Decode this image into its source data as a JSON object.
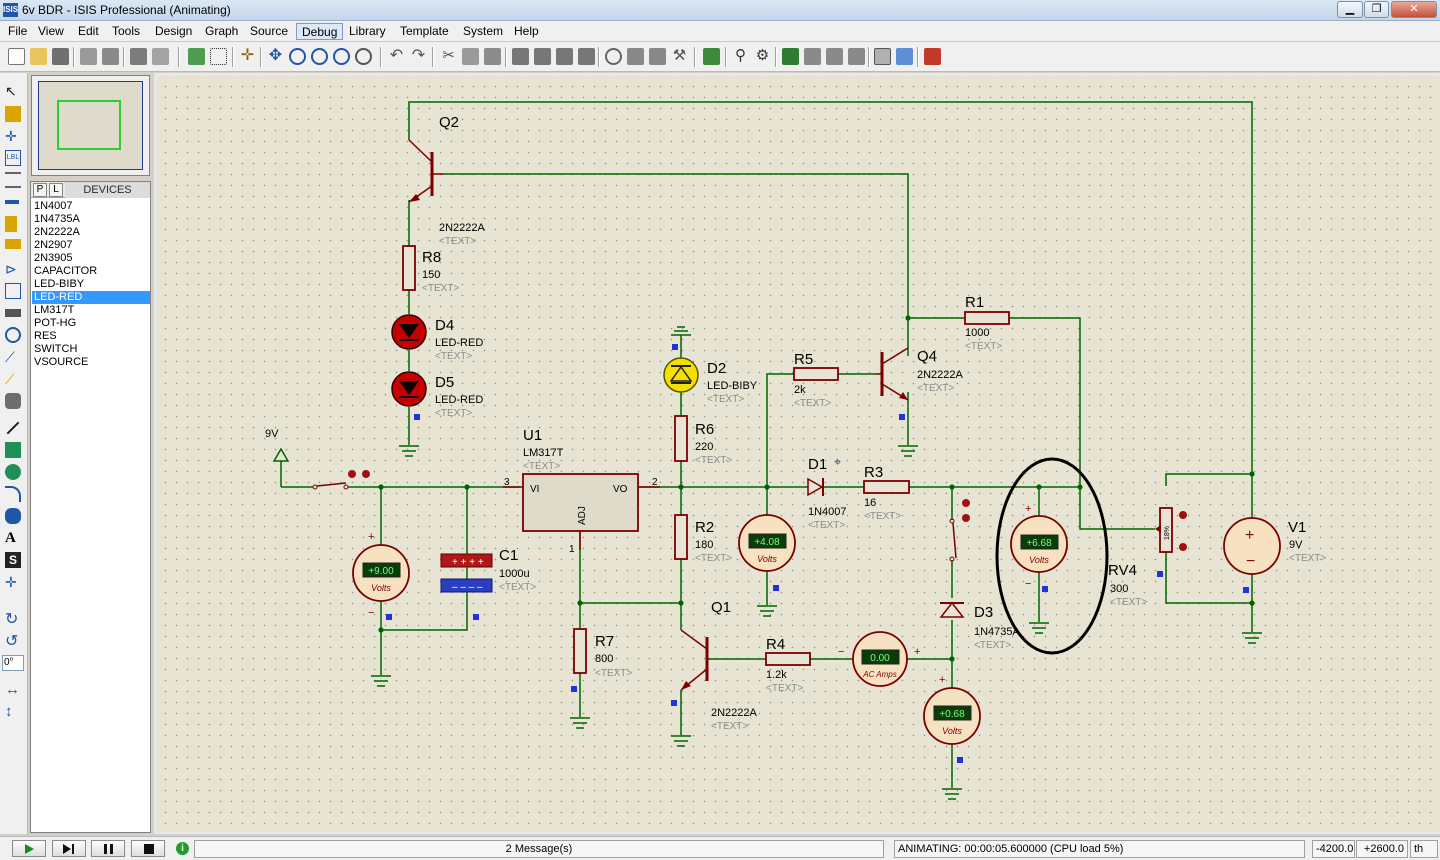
{
  "window": {
    "icon_label": "ISIS",
    "title": "6v BDR - ISIS Professional (Animating)",
    "minimize": "▁",
    "maximize": "❐",
    "close": "✕"
  },
  "menu": [
    "File",
    "View",
    "Edit",
    "Tools",
    "Design",
    "Graph",
    "Source",
    "Debug",
    "Library",
    "Template",
    "System",
    "Help"
  ],
  "active_menu": "Debug",
  "devices_panel": {
    "tab_p": "P",
    "tab_l": "L",
    "header": "DEVICES",
    "items": [
      "1N4007",
      "1N4735A",
      "2N2222A",
      "2N2907",
      "2N3905",
      "CAPACITOR",
      "LED-BIBY",
      "LED-RED",
      "LM317T",
      "POT-HG",
      "RES",
      "SWITCH",
      "VSOURCE"
    ],
    "selected": "LED-RED"
  },
  "rotation_field": "0°",
  "schematic": {
    "components": {
      "Q2": {
        "ref": "Q2",
        "value": "2N2222A",
        "text": "<TEXT>"
      },
      "R8": {
        "ref": "R8",
        "value": "150",
        "text": "<TEXT>"
      },
      "D4": {
        "ref": "D4",
        "value": "LED-RED",
        "text": "<TEXT>"
      },
      "D5": {
        "ref": "D5",
        "value": "LED-RED",
        "text": "<TEXT>"
      },
      "D2": {
        "ref": "D2",
        "value": "LED-BIBY",
        "text": "<TEXT>"
      },
      "R6": {
        "ref": "R6",
        "value": "220",
        "text": "<TEXT>"
      },
      "R5": {
        "ref": "R5",
        "value": "2k",
        "text": "<TEXT>"
      },
      "Q4": {
        "ref": "Q4",
        "value": "2N2222A",
        "text": "<TEXT>"
      },
      "R1": {
        "ref": "R1",
        "value": "1000",
        "text": "<TEXT>"
      },
      "U1": {
        "ref": "U1",
        "value": "LM317T",
        "text": "<TEXT>",
        "pin_vi": "VI",
        "pin_vo": "VO",
        "pin_adj": "ADJ",
        "pin3": "3",
        "pin2": "2",
        "pin1": "1"
      },
      "D1": {
        "ref": "D1",
        "value": "1N4007",
        "text": "<TEXT>"
      },
      "R3": {
        "ref": "R3",
        "value": "16",
        "text": "<TEXT>"
      },
      "R2": {
        "ref": "R2",
        "value": "180",
        "text": "<TEXT>"
      },
      "C1": {
        "ref": "C1",
        "value": "1000u",
        "text": "<TEXT>"
      },
      "R7": {
        "ref": "R7",
        "value": "800",
        "text": "<TEXT>"
      },
      "Q1": {
        "ref": "Q1",
        "value": "2N2222A",
        "text": "<TEXT>"
      },
      "R4": {
        "ref": "R4",
        "value": "1.2k",
        "text": "<TEXT>"
      },
      "D3": {
        "ref": "D3",
        "value": "1N4735A",
        "text": "<TEXT>"
      },
      "RV4": {
        "ref": "RV4",
        "value": "300",
        "text": "<TEXT>",
        "body_label": "18%"
      },
      "V1": {
        "ref": "V1",
        "value": "9V",
        "text": "<TEXT>"
      },
      "terminal": {
        "label": "9V"
      }
    },
    "meters": [
      {
        "id": "vm-input",
        "reading": "+9.00",
        "unit": "Volts"
      },
      {
        "id": "vm-output",
        "reading": "+4.08",
        "unit": "Volts"
      },
      {
        "id": "am-base",
        "reading": "0.00",
        "unit": "AC Amps"
      },
      {
        "id": "vm-zener",
        "reading": "+0.68",
        "unit": "Volts"
      },
      {
        "id": "vm-battery",
        "reading": "+6.68",
        "unit": "Volts"
      }
    ],
    "colors": {
      "wire": "#006400",
      "component": "#7a0000",
      "meter_fill": "#f6e2c0",
      "lcd_bg": "#0a3d0a",
      "lcd_text": "#7cff7c",
      "led_red": "#c40000",
      "led_yellow": "#f2e000",
      "sheet": "#e7e4d3"
    }
  },
  "status": {
    "messages": "2 Message(s)",
    "animating": "ANIMATING: 00:00:05.600000 (CPU load 5%)",
    "coord_x": "-4200.0",
    "coord_y": "+2600.0",
    "units": "th"
  }
}
